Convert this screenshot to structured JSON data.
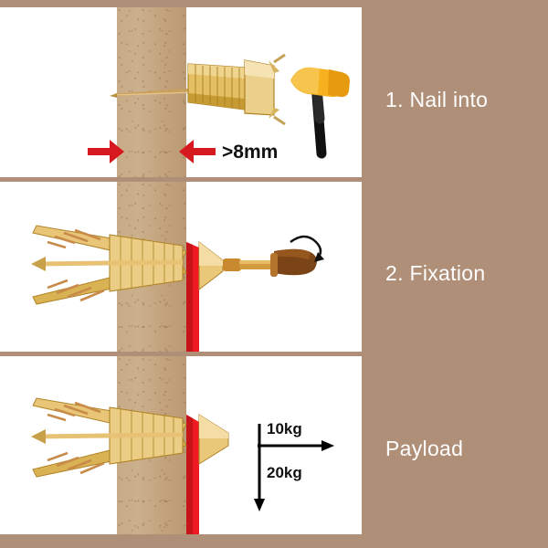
{
  "page": {
    "background_color": "#b08f78",
    "panel_background": "#ffffff"
  },
  "labels": {
    "step1": "1. Nail into",
    "step2": "2. Fixation",
    "step3": "Payload"
  },
  "panel1": {
    "measurement": ">8mm",
    "icons": [
      "self-drilling-anchor",
      "nail",
      "hammer",
      "left-arrow",
      "right-arrow"
    ],
    "arrow_color": "#d6191f",
    "wall_color": "#c6a784",
    "anchor_color": "#d4a941"
  },
  "panel2": {
    "icons": [
      "anchor-expanded",
      "screw",
      "screwdriver",
      "rotation-arrow",
      "red-plate"
    ],
    "plate_color": "#ee1c22",
    "screwdriver_handle_color": "#6b3b16",
    "screwdriver_shaft_color": "#c8892f"
  },
  "panel3": {
    "load_horizontal": "10kg",
    "load_vertical": "20kg",
    "icons": [
      "anchor-expanded",
      "screw-head",
      "red-plate",
      "horizontal-load-arrow",
      "vertical-load-arrow"
    ],
    "arrow_color": "#000000"
  }
}
